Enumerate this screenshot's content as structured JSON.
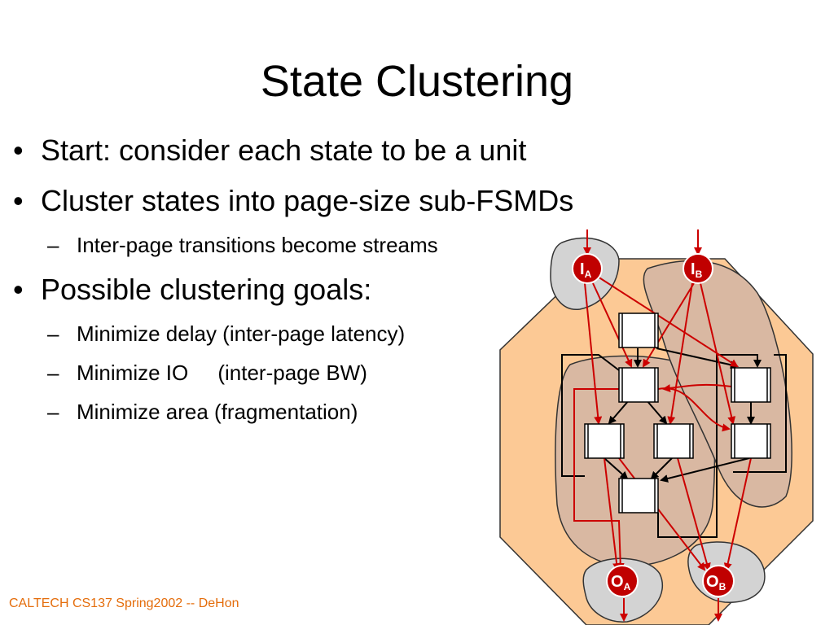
{
  "slide": {
    "title": "State Clustering",
    "bullets": [
      {
        "text": "Start: consider each state to be a unit"
      },
      {
        "text": "Cluster states into page-size sub-FSMDs"
      },
      {
        "text": "Inter-page transitions become streams"
      },
      {
        "text": "Possible clustering goals:"
      },
      {
        "text": "Minimize delay (inter-page latency)"
      },
      {
        "text": "Minimize IO     (inter-page BW)"
      },
      {
        "text": "Minimize area (fragmentation)"
      }
    ],
    "bullet_symbol": "•",
    "dash_symbol": "–",
    "footer": "CALTECH CS137 Spring2002 -- DeHon"
  },
  "diagram": {
    "inputs": [
      {
        "main": "I",
        "sub": "A"
      },
      {
        "main": "I",
        "sub": "B"
      }
    ],
    "outputs": [
      {
        "main": "O",
        "sub": "A"
      },
      {
        "main": "O",
        "sub": "B"
      }
    ],
    "colors": {
      "page_fill": "#fcc995",
      "cluster_fill": "#d9b8a2",
      "io_fill": "#d3d3d3",
      "node_fill": "#c00000",
      "arrow_red": "#cc0000",
      "footer": "#e46c0a"
    }
  }
}
